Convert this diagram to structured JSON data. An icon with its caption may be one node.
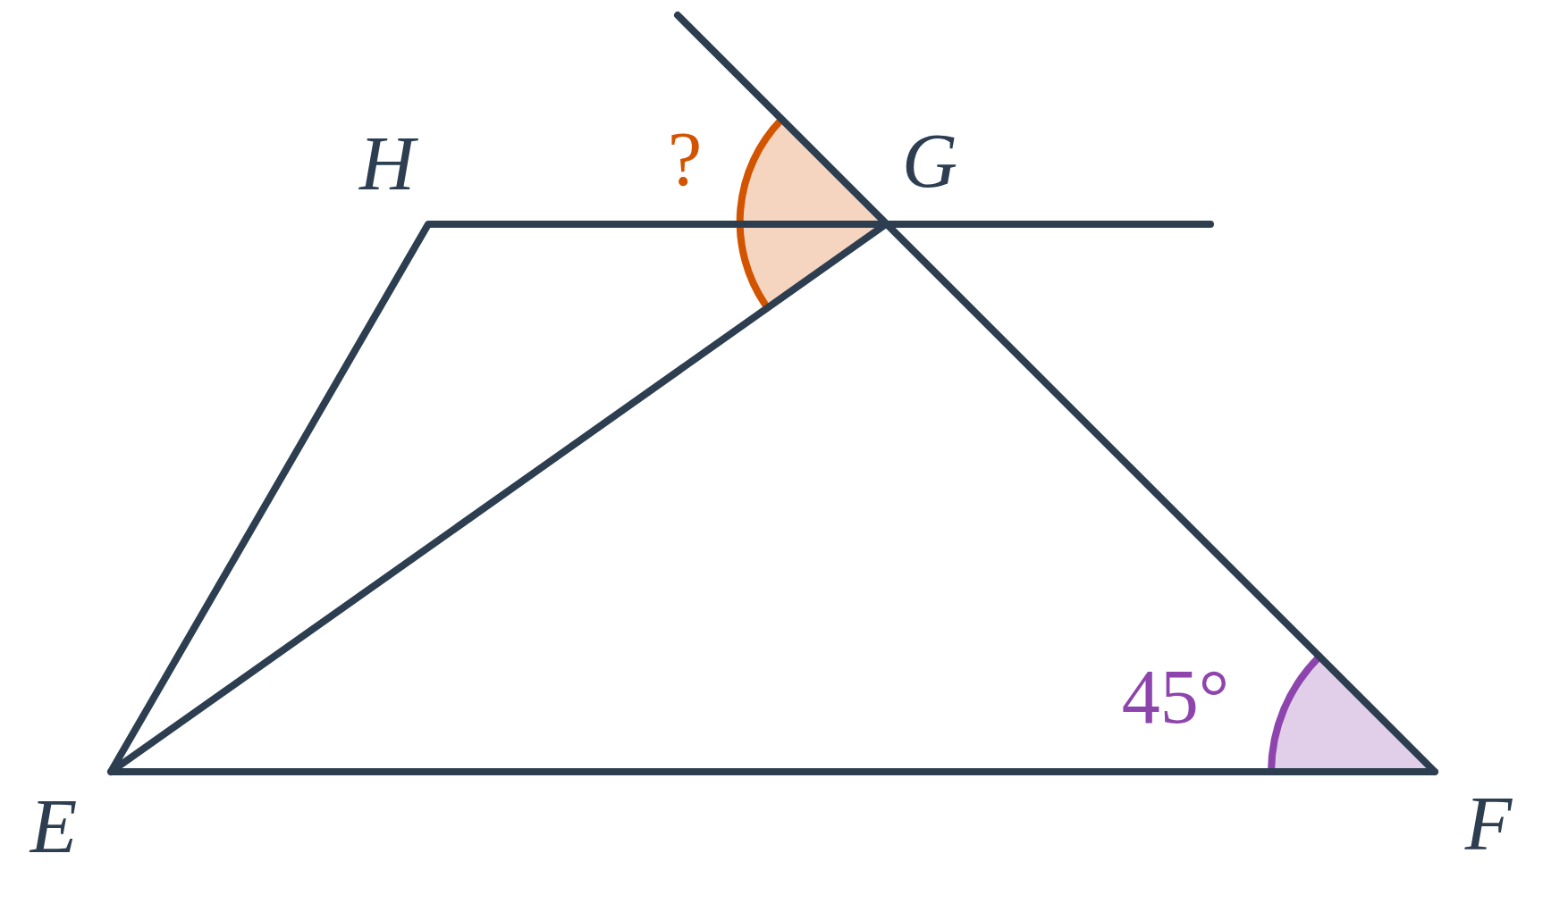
{
  "diagram": {
    "labels": [
      "H",
      "?",
      "G",
      "45°",
      "E",
      "F"
    ]
  }
}
